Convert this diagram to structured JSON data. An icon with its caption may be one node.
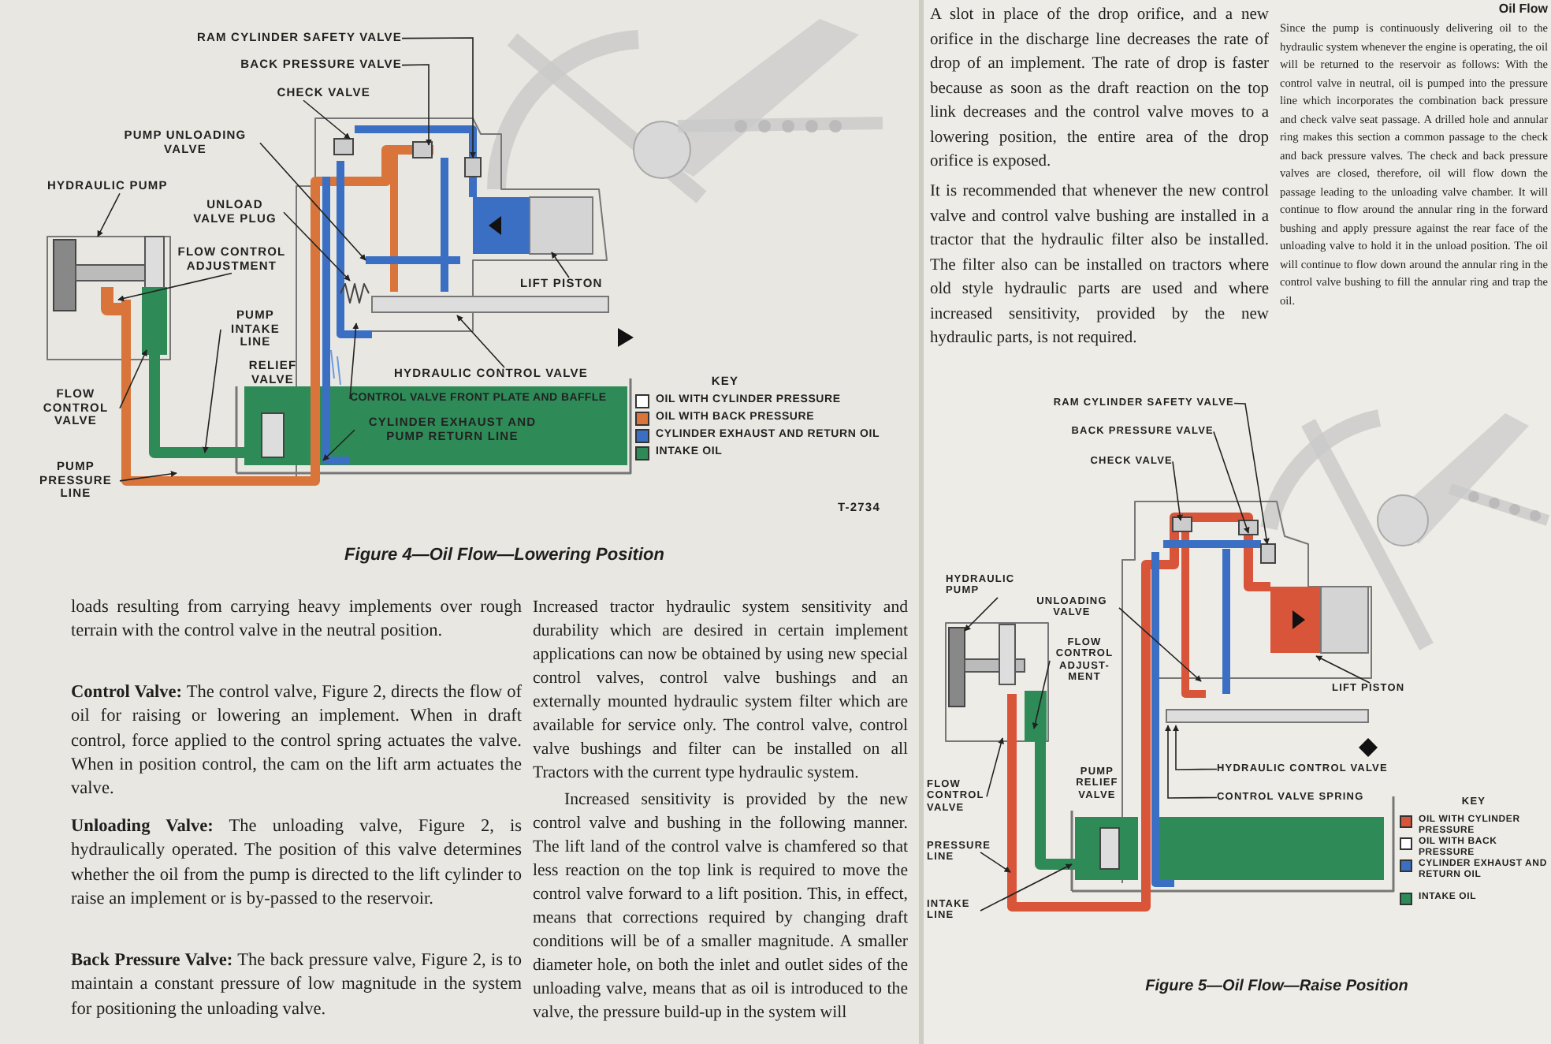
{
  "diagram": {
    "nodes": [
      {
        "text": [
          "RAM CYLINDER SAFETY VALVE"
        ]
      },
      {
        "text": [
          "BACK PRESSURE VALVE"
        ]
      },
      {
        "text": [
          "CHECK VALVE"
        ]
      },
      {
        "text": [
          "PUMP UNLOADING VALVE"
        ]
      },
      {
        "text": [
          "HYDRAULIC PUMP"
        ]
      },
      {
        "text": [
          "UNLOAD VALVE PLUG"
        ]
      },
      {
        "text": [
          "FLOW CONTROL ADJUSTMENT"
        ]
      },
      {
        "text": [
          "PUMP INTAKE LINE"
        ]
      },
      {
        "text": [
          "FLOW CONTROL VALVE"
        ]
      },
      {
        "text": [
          "PUMP PRESSURE LINE"
        ]
      },
      {
        "text": [
          "LIFT PISTON"
        ]
      },
      {
        "text": [
          "HYDRAULIC CONTROL VALVE"
        ]
      },
      {
        "text": [
          "CONTROL VALVE FRONT PLATE AND BAFFLE"
        ]
      },
      {
        "text": [
          "CYLINDER EXHAUST AND PUMP RETURN LINE"
        ]
      },
      {
        "text": [
          "RAM CYLINDER SAFETY VALVE"
        ]
      },
      {
        "text": [
          "BACK PRESSURE VALVE"
        ]
      },
      {
        "text": [
          "CHECK VALVE"
        ]
      },
      {
        "text": [
          "HYDRAULIC PUMP"
        ]
      },
      {
        "text": [
          "UNLOADING VALVE"
        ]
      },
      {
        "text": [
          "FLOW CONTROL ADJUST- MENT"
        ]
      },
      {
        "text": [
          "LIFT PISTON"
        ]
      },
      {
        "text": [
          "HYDRAULIC CONTROL VALVE"
        ]
      },
      {
        "text": [
          "CONTROL VALVE SPRING"
        ]
      },
      {
        "text": [
          "FLOW CONTROL VALVE"
        ]
      },
      {
        "text": [
          "PRESSURE LINE"
        ]
      },
      {
        "text": [
          "INTAKE LINE"
        ]
      }
    ],
    "edges": [
      {
        "from": 0,
        "to": null,
        "arrow": "to"
      },
      {
        "from": 1,
        "to": null,
        "arrow": "to"
      },
      {
        "from": 2,
        "to": null,
        "arrow": "to"
      },
      {
        "from": 3,
        "to": null,
        "arrow": "to"
      },
      {
        "from": 4,
        "to": null,
        "arrow": "to"
      },
      {
        "from": 5,
        "to": null,
        "arrow": "to"
      },
      {
        "from": 6,
        "to": null,
        "arrow": "to"
      },
      {
        "from": 7,
        "to": null,
        "arrow": "to"
      },
      {
        "from": 8,
        "to": null,
        "arrow": "to"
      },
      {
        "from": 9,
        "to": null,
        "arrow": "to"
      },
      {
        "from": 10,
        "to": null,
        "arrow": "to"
      },
      {
        "from": 11,
        "to": null,
        "arrow": "to"
      },
      {
        "from": 12,
        "to": null,
        "arrow": "to"
      },
      {
        "from": 13,
        "to": null,
        "arrow": "to"
      },
      {
        "from": 14,
        "to": null,
        "arrow": "to"
      },
      {
        "from": 15,
        "to": null,
        "arrow": "to"
      },
      {
        "from": 16,
        "to": null,
        "arrow": "to"
      },
      {
        "from": 17,
        "to": null,
        "arrow": "to"
      },
      {
        "from": 18,
        "to": null,
        "arrow": "to"
      },
      {
        "from": 19,
        "to": null,
        "arrow": "to"
      },
      {
        "from": 20,
        "to": null,
        "arrow": "to"
      },
      {
        "from": 21,
        "to": null,
        "arrow": "to"
      },
      {
        "from": 22,
        "to": null,
        "arrow": "to"
      },
      {
        "from": 23,
        "to": null,
        "arrow": "to"
      },
      {
        "from": 24,
        "to": null,
        "arrow": "to"
      },
      {
        "from": 25,
        "to": null,
        "arrow": "to"
      }
    ],
    "labels": [
      "RELIEF VALVE",
      "KEY",
      "T-2734",
      "Figure 4—Oil Flow—Lowering Position",
      "loads resulting from carrying heavy implements over rough terrain with the control valve in the neutral position.",
      "**Control Valve:** The control valve, Figure 2, directs the flow of oil for raising or lowering an implement. When in draft control, force applied to the control spring actuates the valve. When in position control, the cam on the lift arm actuates the valve.",
      "**Unloading Valve:** The unloading valve, Figure 2, is hydraulically operated. The position of this valve determines whether the oil from the pump is directed to the lift cylinder to raise an implement or is by-passed to the reservoir.",
      "**Back Pressure Valve:** The back pressure valve, Figure 2, is to maintain a constant pressure of low magnitude in the system for positioning the unloading valve.",
      "Increased tractor hydraulic system sensitivity and durability which are desired in certain implement applications can now be obtained by using new special control valves, control valve bushings and an externally mounted hydraulic system filter which are available for service only. The control valve, control valve bushings and filter can be installed on all Tractors with the current type hydraulic system.",
      "Increased sensitivity is provided by the new control valve and bushing in the following manner. The lift land of the control valve is chamfered so that less reaction on the top link is required to move the control valve forward to a lift position. This, in effect, means that corrections required by changing draft conditions will be of a smaller magnitude. A smaller diameter hole, on both the inlet and outlet sides of the unloading valve, means that as oil is introduced to the valve, the pressure build-up in the system will",
      "A slot in place of the drop orifice, and a new orifice in the discharge line decreases the rate of drop of an implement. The rate of drop is faster because as soon as the draft reaction on the top link decreases and the control valve moves to a lowering position, the entire area of the drop orifice is exposed.",
      "It is recommended that whenever the new control valve and control valve bushing are installed in a tractor that the hydraulic filter also be installed. The filter also can be installed on tractors where old style hydraulic parts are used and where increased sensitivity, provided by the new hydraulic parts, is not required.",
      "Oil Flow",
      "Since the pump is continuously delivering oil to the hydraulic system whenever the engine is operating, the oil will be returned to the reservoir as follows: With the control valve in neutral, oil is pumped into the pressure line which incorporates the combination back pressure and check valve seat passage. A drilled hole and annular ring makes this section a common passage to the check and back pressure valves. The check and back pressure valves are closed, therefore, oil will flow down the passage leading to the unloading valve chamber. It will continue to flow around the annular ring in the forward bushing and apply pressure against the rear face of the unloading valve to hold it in the unload position. The oil will continue to flow down around the annular ring in the control valve bushing to fill the annular ring and trap the oil.",
      "PUMP RELIEF VALVE",
      "KEY",
      "Figure 5—Oil Flow—Raise Position"
    ],
    "legend": [
      {
        "text": "OIL WITH CYLINDER PRESSURE",
        "color": "#ffffff"
      },
      {
        "text": "OIL WITH BACK PRESSURE",
        "color": "#d9753a"
      },
      {
        "text": "CYLINDER EXHAUST AND RETURN OIL",
        "color": "#3a6fc4"
      },
      {
        "text": "INTAKE OIL",
        "color": "#2e8b57"
      },
      {
        "text": "OIL WITH CYLINDER PRESSURE",
        "color": "#d9553a"
      },
      {
        "text": "OIL WITH BACK PRESSURE",
        "color": "#ffffff"
      },
      {
        "text": "CYLINDER EXHAUST AND RETURN OIL",
        "color": "#3a6fc4"
      },
      {
        "text": "INTAKE OIL",
        "color": "#2e8b57"
      }
    ]
  }
}
